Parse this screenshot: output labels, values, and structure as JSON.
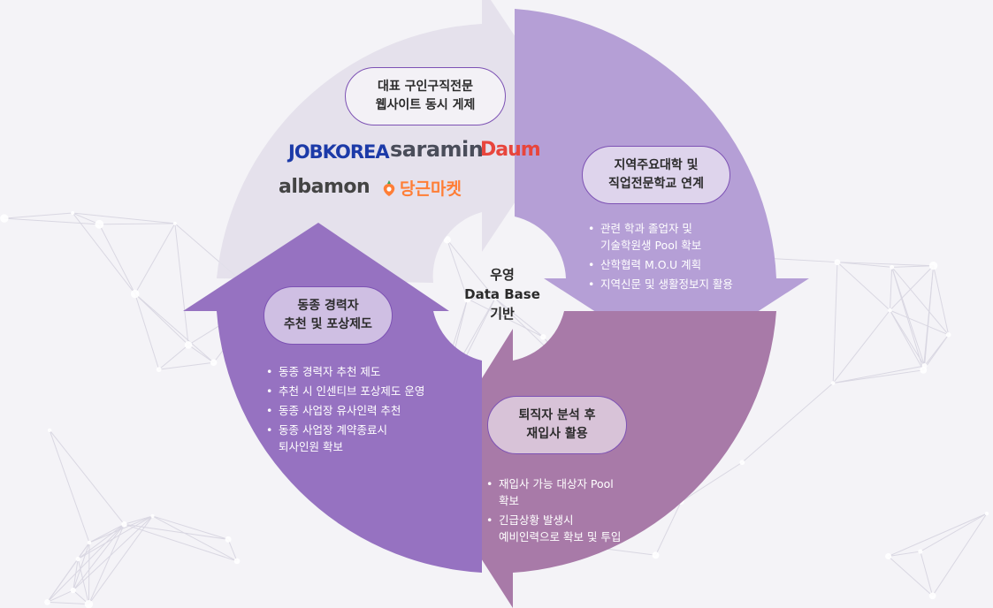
{
  "center": {
    "line1": "우영",
    "line2": "Data Base",
    "line3": "기반"
  },
  "sections": {
    "top": {
      "title_line1": "대표 구인구직전문",
      "title_line2": "웹사이트 동시 게제",
      "logos": [
        "JOBKOREA",
        "saramin",
        "Daum",
        "albamon",
        "당근마켓"
      ]
    },
    "right": {
      "title_line1": "지역주요대학 및",
      "title_line2": "직업전문학교 연계",
      "bullets": [
        [
          "관련 학과 졸업자 및",
          "기술학원생 Pool 확보"
        ],
        [
          "산학협력 M.O.U 계획"
        ],
        [
          "지역신문 및 생활정보지 활용"
        ]
      ]
    },
    "bottom": {
      "title_line1": "퇴직자 분석 후",
      "title_line2": "재입사 활용",
      "bullets": [
        [
          "재입사 가능 대상자 Pool",
          "확보"
        ],
        [
          "긴급상황 발생시",
          "예비인력으로 확보 및 투입"
        ]
      ]
    },
    "left": {
      "title_line1": "동종 경력자",
      "title_line2": "추천 및 포상제도",
      "bullets": [
        [
          "동종 경력자 추천 제도"
        ],
        [
          "추천 시 인센티브 포상제도 운영"
        ],
        [
          "동종 사업장 유사인력 추천"
        ],
        [
          "동종 사업장 계약종료시",
          "퇴사인원 확보"
        ]
      ]
    }
  },
  "colors": {
    "top_arrow": "#e3e0ea",
    "right_arrow": "#b59fd6",
    "bottom_arrow": "#a87aa8",
    "left_arrow": "#9672c1",
    "pill_border": "#7d52b4"
  }
}
